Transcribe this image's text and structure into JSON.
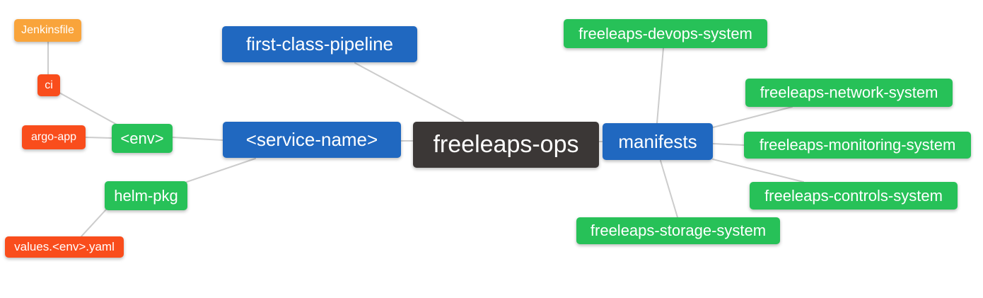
{
  "palette": {
    "node_blue": "#2068c0",
    "node_green": "#27c158",
    "node_orange": "#f9a43b",
    "node_red": "#f94d1c",
    "node_dark": "#3b3736",
    "edge_gray": "#cccccc",
    "node_text": "#ffffff",
    "background": "#ffffff"
  },
  "nodes": {
    "freeleaps_ops": {
      "label": "freeleaps-ops",
      "color": "#3b3736"
    },
    "first_class_pipeline": {
      "label": "first-class-pipeline",
      "color": "#2068c0"
    },
    "service_name": {
      "label": "<service-name>",
      "color": "#2068c0"
    },
    "manifests": {
      "label": "manifests",
      "color": "#2068c0"
    },
    "env": {
      "label": "<env>",
      "color": "#27c158"
    },
    "helm_pkg": {
      "label": "helm-pkg",
      "color": "#27c158"
    },
    "jenkinsfile": {
      "label": "Jenkinsfile",
      "color": "#f9a43b"
    },
    "ci": {
      "label": "ci",
      "color": "#f94d1c"
    },
    "argo_app": {
      "label": "argo-app",
      "color": "#f94d1c"
    },
    "values_env_yaml": {
      "label": "values.<env>.yaml",
      "color": "#f94d1c"
    },
    "devops_system": {
      "label": "freeleaps-devops-system",
      "color": "#27c158"
    },
    "network_system": {
      "label": "freeleaps-network-system",
      "color": "#27c158"
    },
    "monitoring_system": {
      "label": "freeleaps-monitoring-system",
      "color": "#27c158"
    },
    "controls_system": {
      "label": "freeleaps-controls-system",
      "color": "#27c158"
    },
    "storage_system": {
      "label": "freeleaps-storage-system",
      "color": "#27c158"
    }
  },
  "edges": [
    {
      "from": "jenkinsfile",
      "to": "ci"
    },
    {
      "from": "ci",
      "to": "env"
    },
    {
      "from": "argo_app",
      "to": "env"
    },
    {
      "from": "env",
      "to": "service_name"
    },
    {
      "from": "helm_pkg",
      "to": "service_name"
    },
    {
      "from": "values_env_yaml",
      "to": "helm_pkg"
    },
    {
      "from": "first_class_pipeline",
      "to": "freeleaps_ops"
    },
    {
      "from": "service_name",
      "to": "freeleaps_ops"
    },
    {
      "from": "freeleaps_ops",
      "to": "manifests"
    },
    {
      "from": "manifests",
      "to": "devops_system"
    },
    {
      "from": "manifests",
      "to": "network_system"
    },
    {
      "from": "manifests",
      "to": "monitoring_system"
    },
    {
      "from": "manifests",
      "to": "controls_system"
    },
    {
      "from": "manifests",
      "to": "storage_system"
    }
  ]
}
